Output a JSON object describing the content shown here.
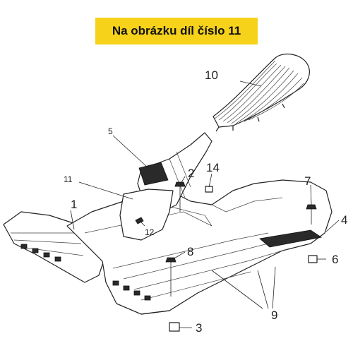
{
  "banner": {
    "text": "Na obrázku díl číslo 11",
    "color": "#f6d21a"
  },
  "callouts": {
    "c1": "1",
    "c2": "2",
    "c3": "3",
    "c4": "4",
    "c5": "5",
    "c6": "6",
    "c7": "7",
    "c8": "8",
    "c9": "9",
    "c10": "10",
    "c11": "11",
    "c12": "12",
    "c14": "14"
  }
}
